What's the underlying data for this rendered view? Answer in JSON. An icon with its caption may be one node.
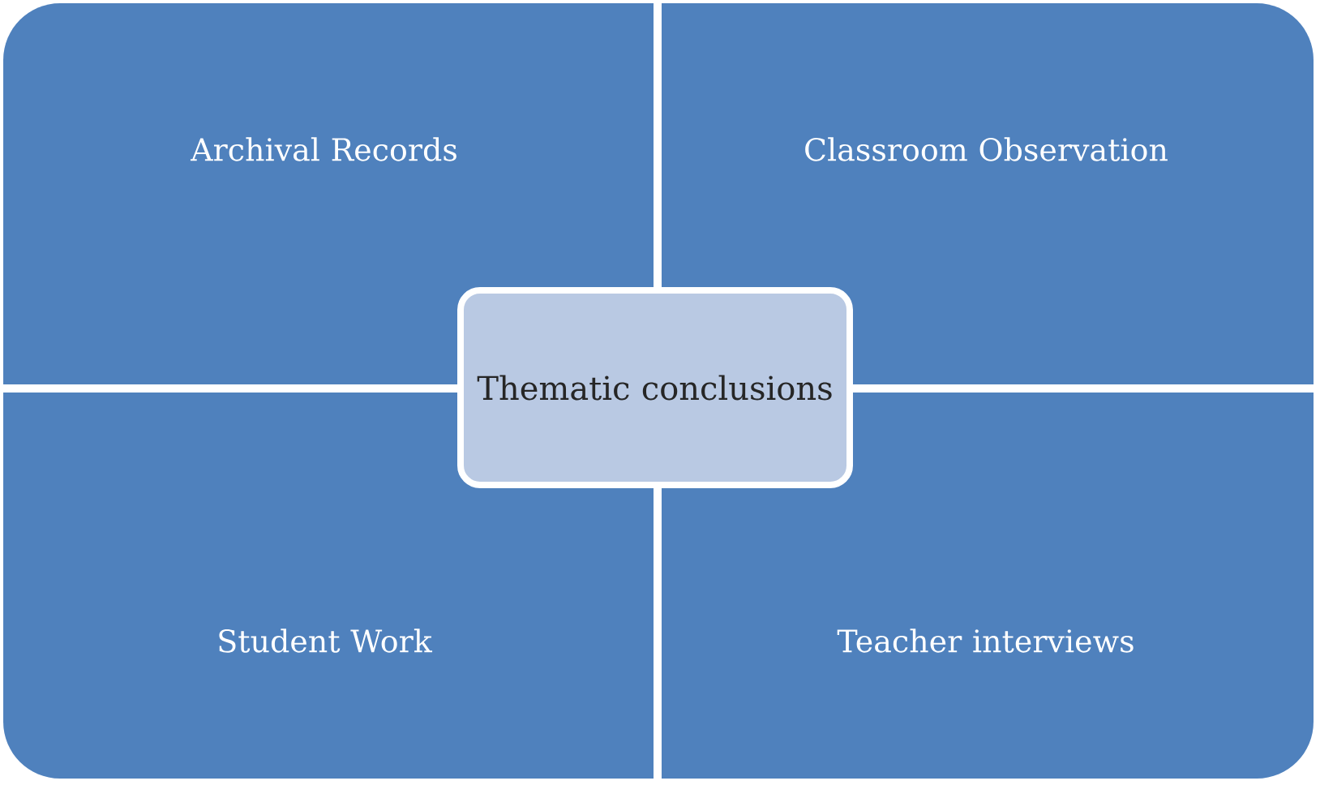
{
  "diagram": {
    "nodes": [
      {
        "text": [
          "Archival Records"
        ]
      },
      {
        "text": [
          "Classroom Observation"
        ]
      },
      {
        "text": [
          "Student Work"
        ]
      },
      {
        "text": [
          "Teacher interviews"
        ]
      },
      {
        "text": [
          "Thematic conclusions"
        ]
      }
    ]
  }
}
